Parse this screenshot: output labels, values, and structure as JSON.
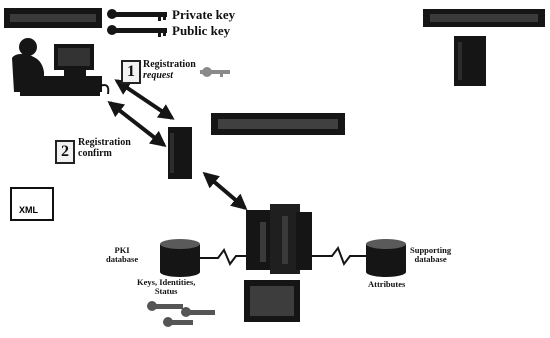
{
  "keys": {
    "private": "Private key",
    "public": "Public key"
  },
  "step1": {
    "number": "1",
    "line1": "Registration",
    "line2": "request"
  },
  "step2": {
    "number": "2",
    "line1": "Registration",
    "line2": "confirm"
  },
  "xml_label": "XML",
  "pki": {
    "label_line1": "PKI",
    "label_line2": "database",
    "contents_line1": "Keys, Identities,",
    "contents_line2": "Status"
  },
  "supporting": {
    "label_line1": "Supporting",
    "label_line2": "database",
    "contents": "Attributes"
  },
  "colors": {
    "dark": "#151515",
    "gray": "#8a8a8a",
    "mid": "#555555"
  },
  "icons": [
    "key-icon",
    "user-computer-icon",
    "server-icon",
    "database-icon",
    "document-icon",
    "arrow-icon"
  ]
}
